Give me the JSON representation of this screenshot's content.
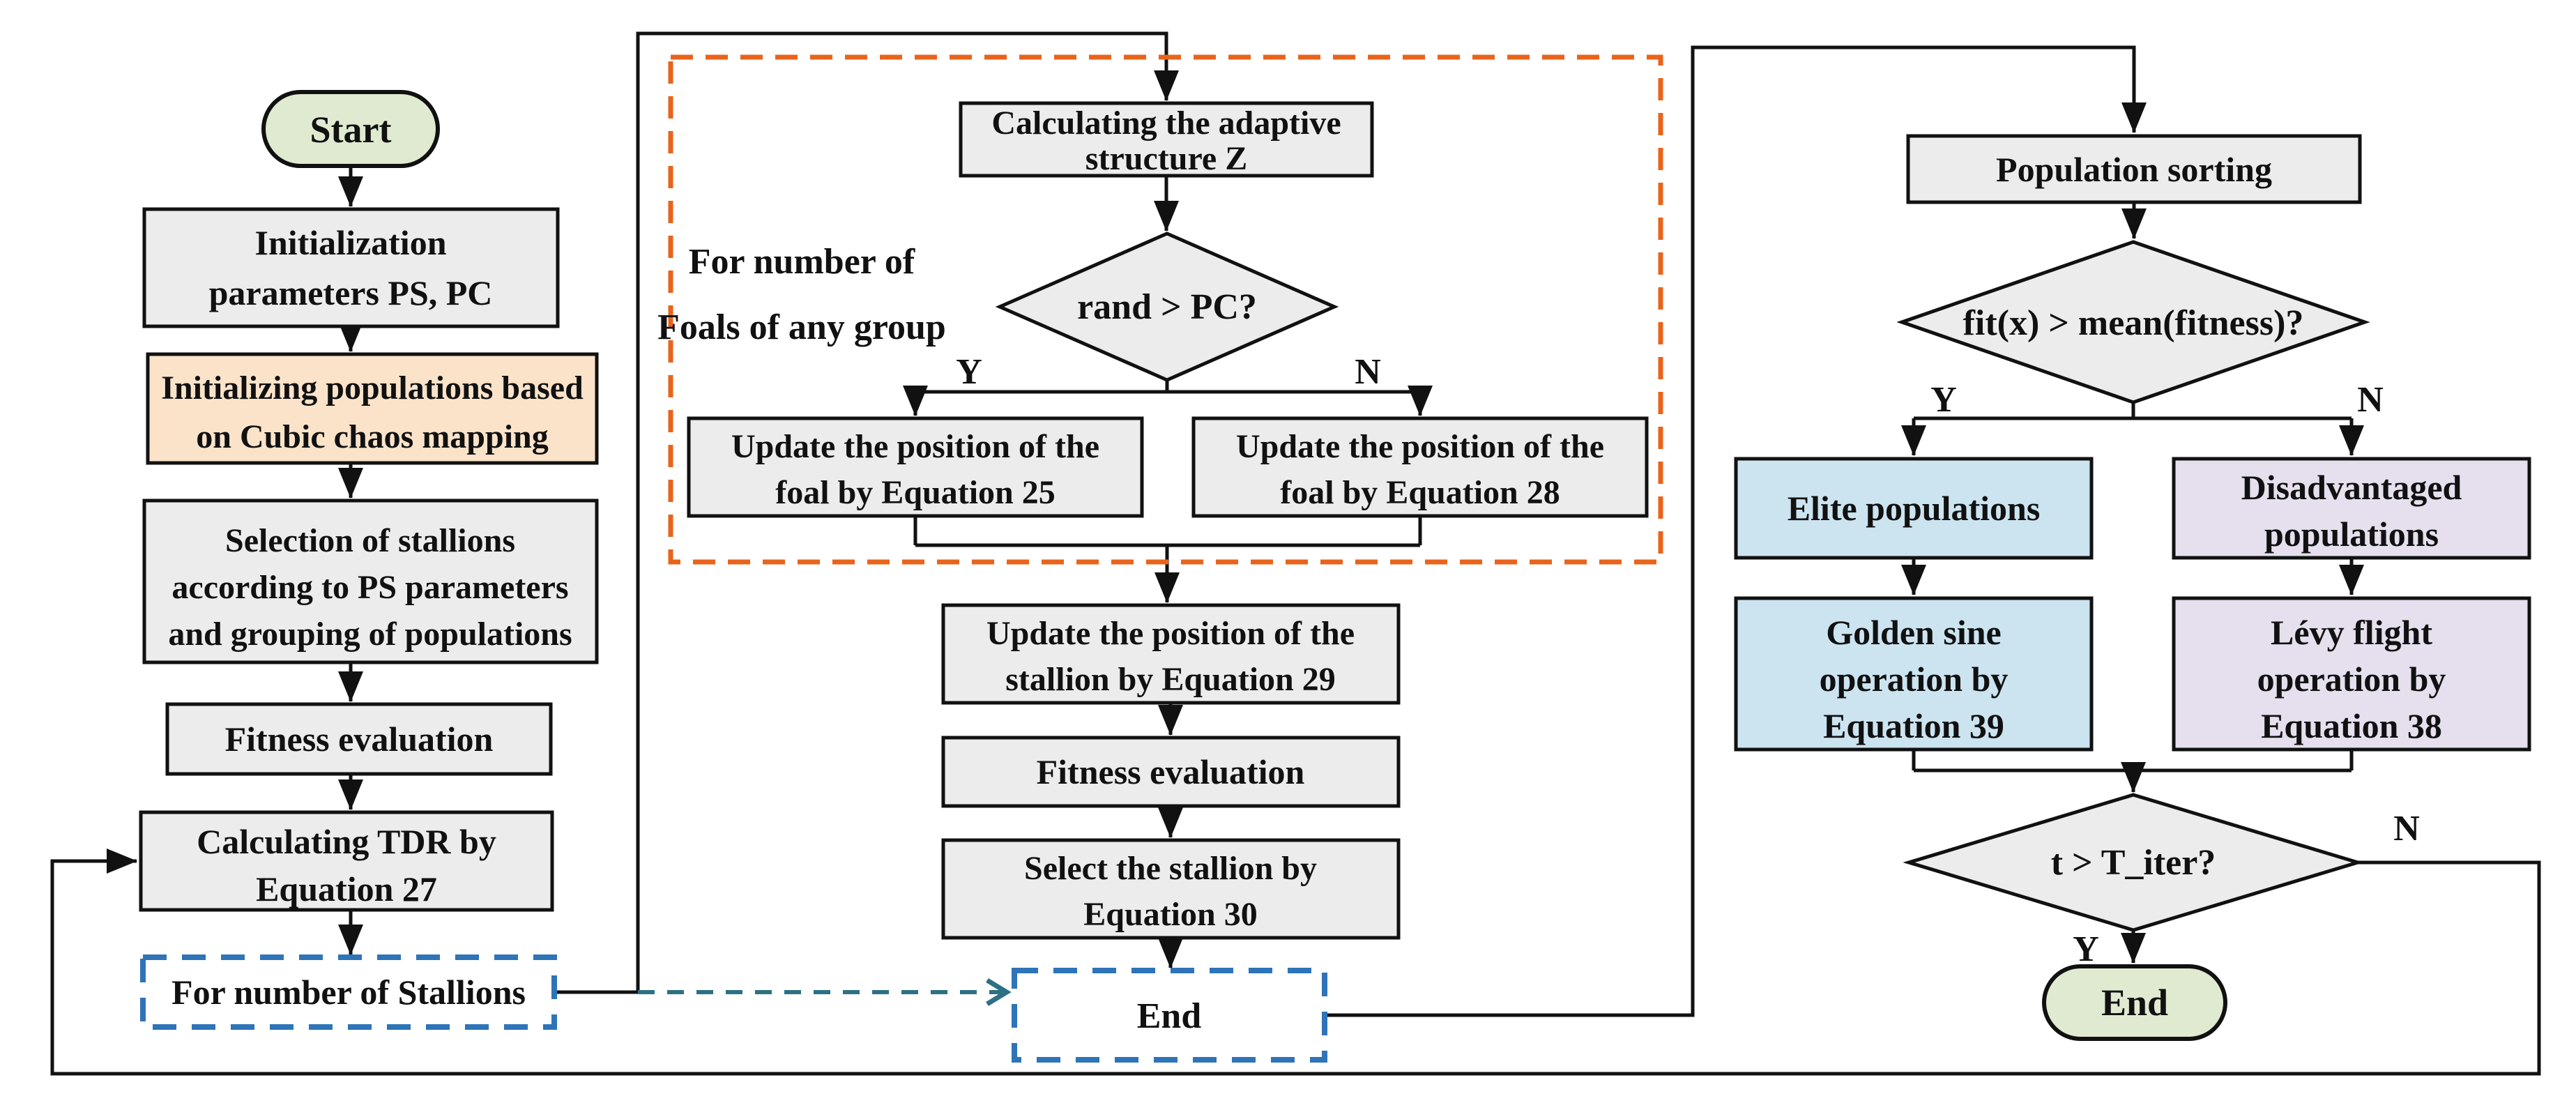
{
  "colors": {
    "process_fill": "#ececec",
    "terminal_fill": "#e0ead0",
    "chaos_fill": "#fbe3ca",
    "elite_fill": "#cbe4f0",
    "disadvantaged_fill": "#e6dfee",
    "line": "#111111",
    "foal_loop_dash": "#e8641b",
    "stallion_loop_dash": "#2e74b8",
    "jump_arrow_dash": "#2d7086"
  },
  "nodes": {
    "start": {
      "label": "Start"
    },
    "init_params": {
      "line1": "Initialization",
      "line2": "parameters PS, PC"
    },
    "init_populations": {
      "line1": "Initializing populations based",
      "line2": "on Cubic chaos mapping"
    },
    "selection": {
      "line1": "Selection of stallions",
      "line2": "according to PS parameters",
      "line3": "and grouping of populations"
    },
    "fitness_eval_1": {
      "label": "Fitness evaluation"
    },
    "calc_tdr": {
      "line1": "Calculating TDR by",
      "line2": "Equation 27"
    },
    "for_stallions": {
      "label": "For number of Stallions"
    },
    "calc_adaptive": {
      "line1": "Calculating the adaptive",
      "line2": "structure Z"
    },
    "rand_pc": {
      "label": "rand > PC?"
    },
    "update_foal_eq25": {
      "line1": "Update the position of the",
      "line2": "foal by Equation 25"
    },
    "update_foal_eq28": {
      "line1": "Update the position of the",
      "line2": "foal by Equation 28"
    },
    "update_stallion_eq29": {
      "line1": "Update the position of the",
      "line2": "stallion by Equation 29"
    },
    "fitness_eval_2": {
      "label": "Fitness evaluation"
    },
    "select_stallion": {
      "line1": "Select the stallion by",
      "line2": "Equation 30"
    },
    "end_foal_loop": {
      "label": "End"
    },
    "population_sorting": {
      "label": "Population sorting"
    },
    "fit_mean": {
      "label": "fit(x) > mean(fitness)?"
    },
    "elite": {
      "label": "Elite populations"
    },
    "disadvantaged": {
      "line1": "Disadvantaged",
      "line2": "populations"
    },
    "golden_sine": {
      "line1": "Golden sine",
      "line2": "operation by",
      "line3": "Equation 39"
    },
    "levy_flight": {
      "line1": "Lévy flight",
      "line2": "operation by",
      "line3": "Equation 38"
    },
    "t_iter": {
      "label": "t > T_iter?"
    },
    "end": {
      "label": "End"
    }
  },
  "annotations": {
    "foal_loop": {
      "line1": "For number of",
      "line2": "Foals of any group"
    }
  },
  "branch_labels": {
    "rand_pc_yes": "Y",
    "rand_pc_no": "N",
    "fit_mean_yes": "Y",
    "fit_mean_no": "N",
    "t_iter_yes": "Y",
    "t_iter_no": "N"
  }
}
